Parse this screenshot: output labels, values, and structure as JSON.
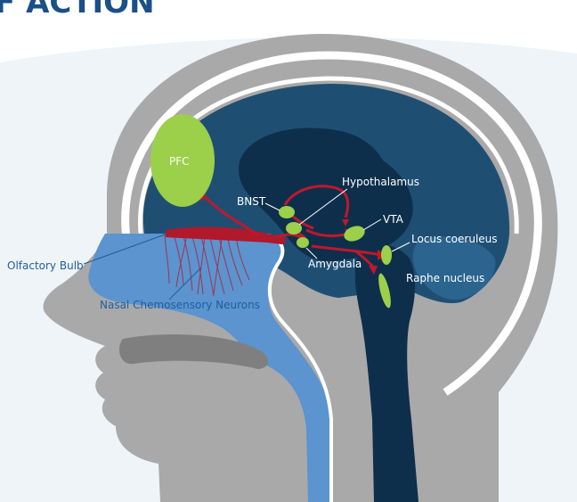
{
  "title": "F ACTION",
  "labels": {
    "pfc": "PFC",
    "bnst": "BNST",
    "hypothalamus": "Hypothalamus",
    "vta": "VTA",
    "amygdala": "Amygdala",
    "locus_coeruleus": "Locus coeruleus",
    "raphe_nucleus": "Raphe nucleus",
    "olfactory_bulb": "Olfactory Bulb",
    "nasal_neurons": "Nasal Chemosensory Neurons"
  },
  "colors": {
    "background_swoosh": "#eef4f8",
    "head_gray": "#a9a9a9",
    "skull_white": "#ffffff",
    "brain_dark_blue": "#1e4f73",
    "brain_deep_blue": "#0e2f4b",
    "nasal_blue": "#5b94cf",
    "node_green": "#9ccf4a",
    "pathway_red": "#c0182b",
    "title_blue": "#1a4f87"
  }
}
